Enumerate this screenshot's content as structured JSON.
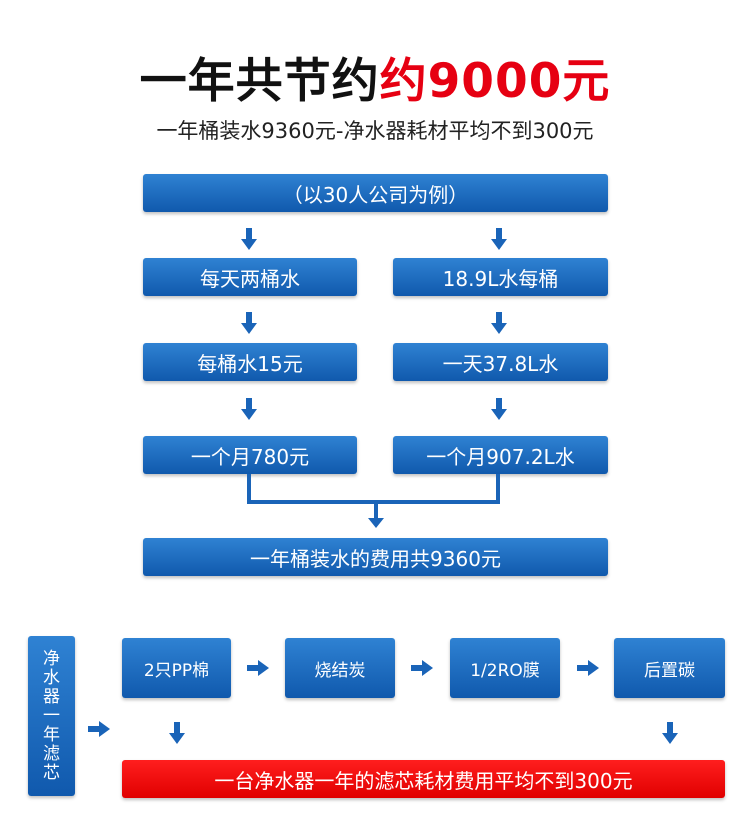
{
  "header": {
    "title_main": "一年共节约",
    "title_highlight": "约9000元",
    "subtitle": "一年桶装水9360元-净水器耗材平均不到300元"
  },
  "flow": {
    "top_box": "（以30人公司为例）",
    "left": [
      "每天两桶水",
      "每桶水15元",
      "一个月780元"
    ],
    "right": [
      "18.9L水每桶",
      "一天37.8L水",
      "一个月907.2L水"
    ],
    "result": "一年桶装水的费用共9360元"
  },
  "filters": {
    "side_label": [
      "净",
      "水",
      "器",
      "一",
      "年",
      "滤",
      "芯"
    ],
    "items": [
      "2只PP棉",
      "烧结炭",
      "1/2RO膜",
      "后置碳"
    ],
    "result": "一台净水器一年的滤芯耗材费用平均不到300元"
  },
  "colors": {
    "box_blue": "#1a64b8",
    "highlight_red": "#e60012"
  }
}
